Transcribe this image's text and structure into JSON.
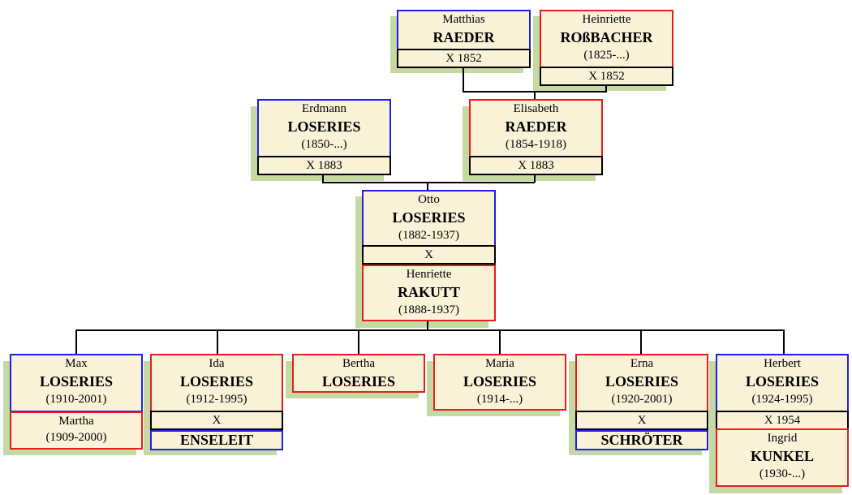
{
  "people": {
    "matthias": {
      "first": "Matthias",
      "last": "RAEDER"
    },
    "heinriette": {
      "first": "Heinriette",
      "last": "ROßBACHER",
      "years": "(1825-...)"
    },
    "erdmann": {
      "first": "Erdmann",
      "last": "LOSERIES",
      "years": "(1850-...)"
    },
    "elisabeth": {
      "first": "Elisabeth",
      "last": "RAEDER",
      "years": "(1854-1918)"
    },
    "otto": {
      "first": "Otto",
      "last": "LOSERIES",
      "years": "(1882-1937)"
    },
    "henriette": {
      "first": "Henriette",
      "last": "RAKUTT",
      "years": "(1888-1937)"
    },
    "max": {
      "first": "Max",
      "last": "LOSERIES",
      "years": "(1910-2001)"
    },
    "martha": {
      "first": "Martha",
      "years": "(1909-2000)"
    },
    "ida": {
      "first": "Ida",
      "last": "LOSERIES",
      "years": "(1912-1995)"
    },
    "ida_spouse": {
      "last": "ENSELEIT"
    },
    "bertha": {
      "first": "Bertha",
      "last": "LOSERIES"
    },
    "maria": {
      "first": "Maria",
      "last": "LOSERIES",
      "years": "(1914-...)"
    },
    "erna": {
      "first": "Erna",
      "last": "LOSERIES",
      "years": "(1920-2001)"
    },
    "erna_spouse": {
      "last": "SCHRÖTER"
    },
    "herbert": {
      "first": "Herbert",
      "last": "LOSERIES",
      "years": "(1924-1995)"
    },
    "ingrid": {
      "first": "Ingrid",
      "last": "KUNKEL",
      "years": "(1930-...)"
    }
  },
  "marriages": {
    "m1852": "X 1852",
    "m1883": "X 1883",
    "m_otto": "X",
    "m_ida": "X",
    "m_erna": "X",
    "m1954": "X 1954"
  }
}
